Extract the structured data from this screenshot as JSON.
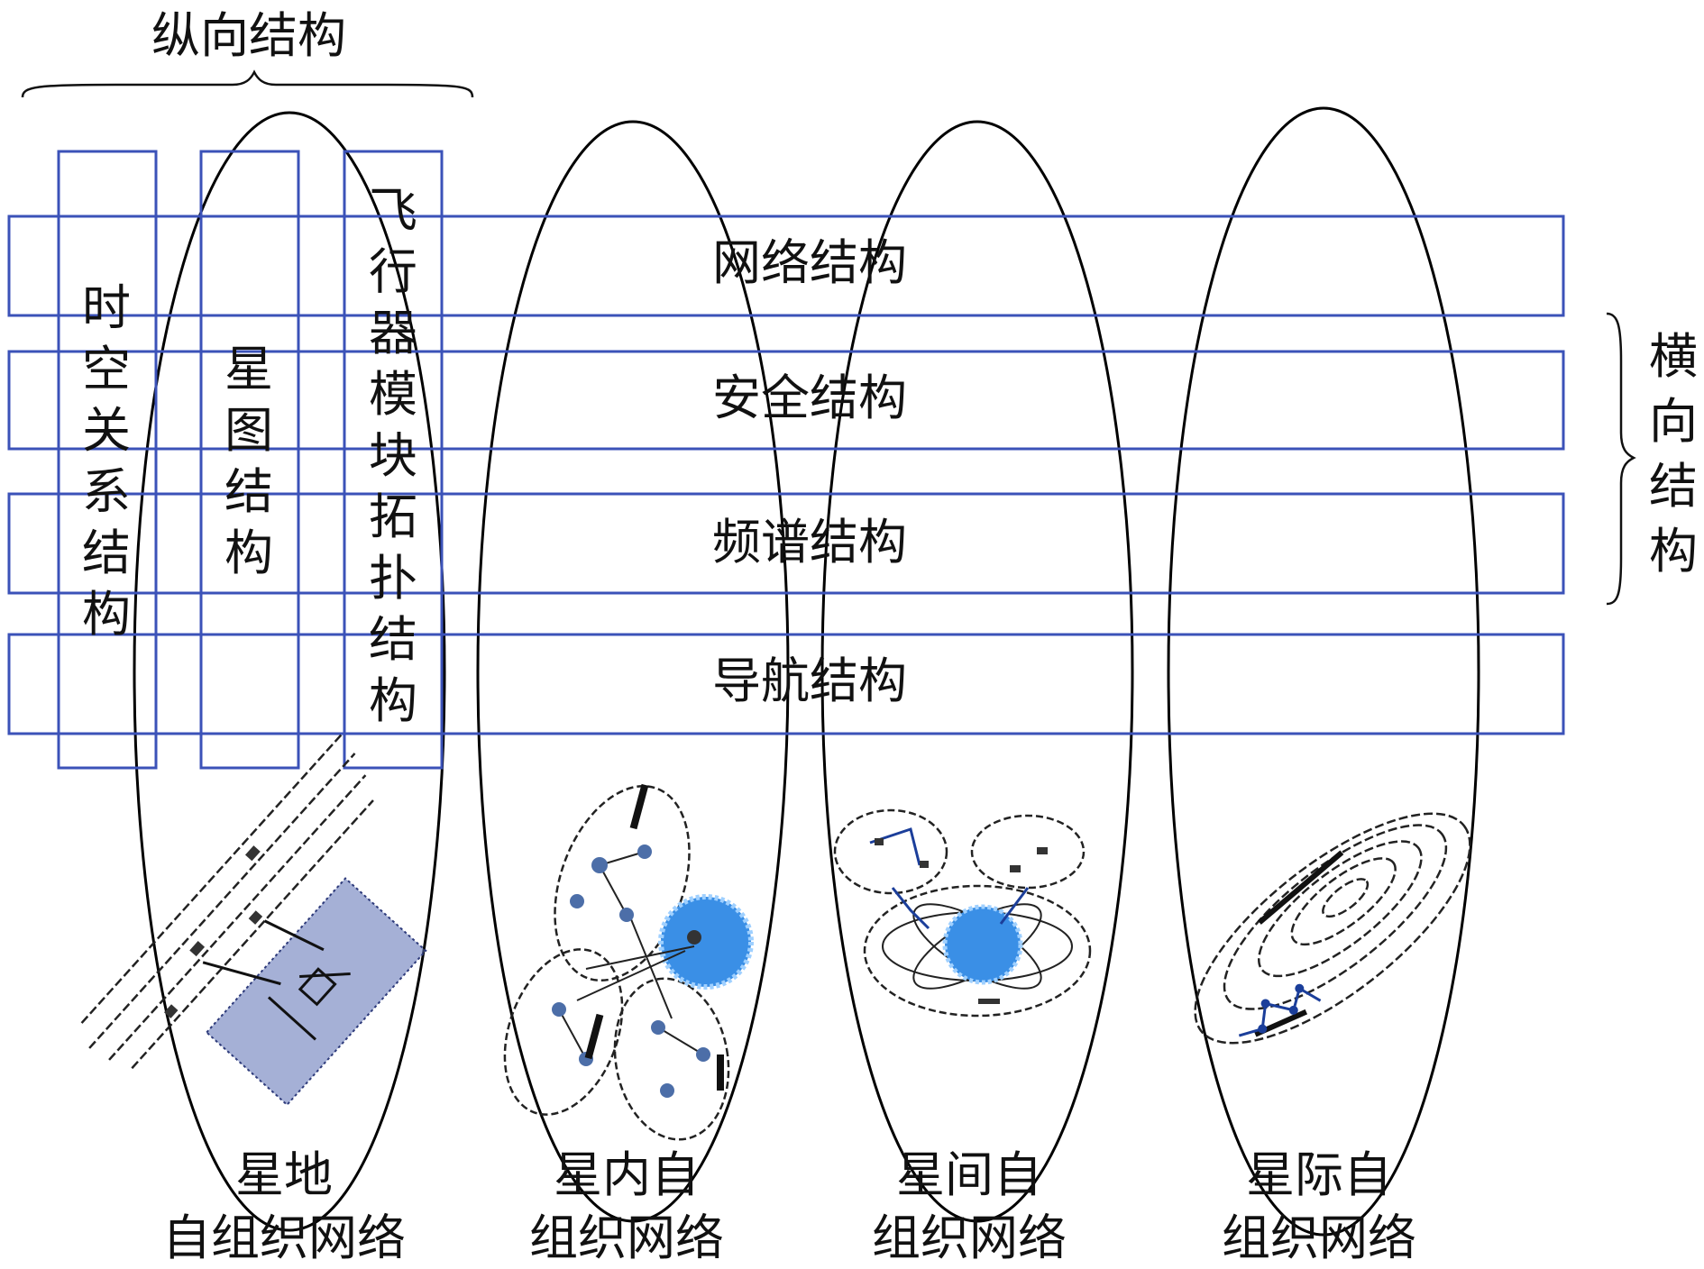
{
  "vertical_group": {
    "label": "纵向结构"
  },
  "horizontal_group": {
    "label": [
      "横",
      "向",
      "结",
      "构"
    ]
  },
  "horizontal_layers": [
    {
      "label": "网络结构"
    },
    {
      "label": "安全结构"
    },
    {
      "label": "频谱结构"
    },
    {
      "label": "导航结构"
    }
  ],
  "vertical_layers": [
    {
      "label": [
        "时",
        "空",
        "关",
        "系",
        "结",
        "构"
      ]
    },
    {
      "label": [
        "星",
        "图",
        "结",
        "构"
      ]
    },
    {
      "label": [
        "飞",
        "行",
        "器",
        "模",
        "块",
        "拓",
        "扑",
        "结",
        "构"
      ]
    }
  ],
  "networks": [
    {
      "label": [
        "星地",
        "自组织网络"
      ],
      "icon": "satellite-ground-illustration"
    },
    {
      "label": [
        "星内自",
        "组织网络"
      ],
      "icon": "intra-satellite-cluster-illustration"
    },
    {
      "label": [
        "星间自",
        "组织网络"
      ],
      "icon": "inter-satellite-orbit-illustration"
    },
    {
      "label": [
        "星际自",
        "组织网络"
      ],
      "icon": "interstellar-galaxy-illustration"
    }
  ],
  "colors": {
    "band": "#3b52b8",
    "outline": "#000000",
    "earth": "#3a8fe6"
  }
}
